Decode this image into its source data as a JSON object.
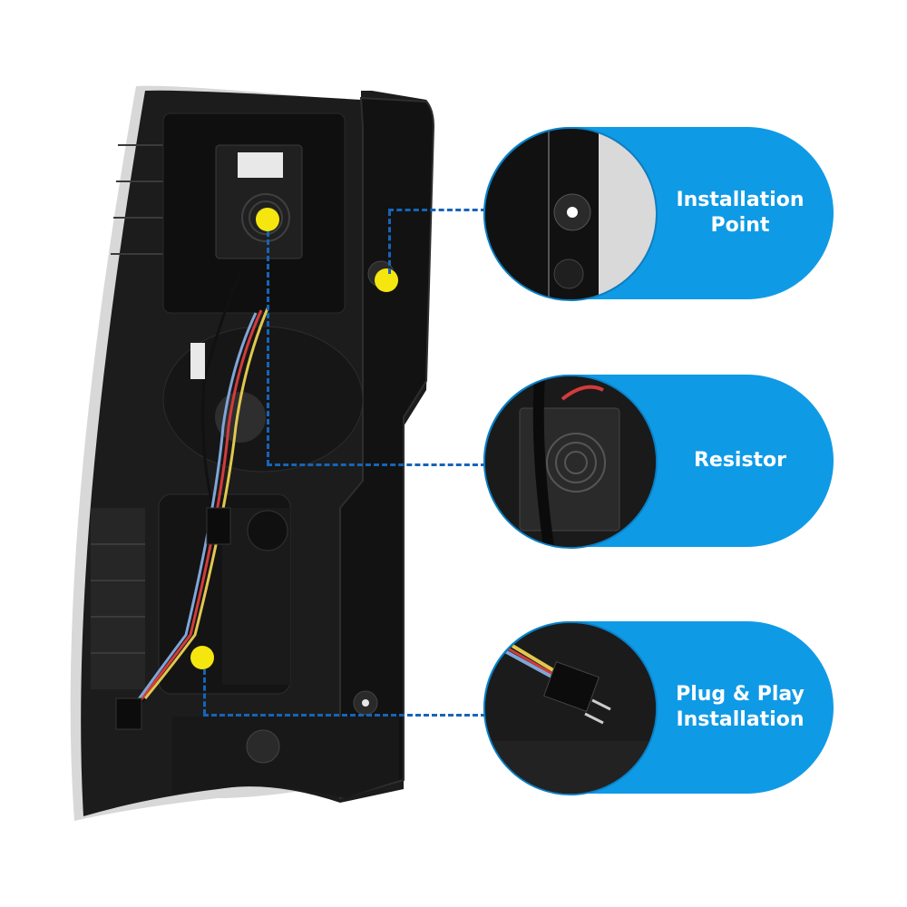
{
  "image_title": "Tail light assembly – rear view features",
  "accent_color": "#0f9ae6",
  "marker_color": "#f5e60f",
  "line_color": "#1565b8",
  "callouts": [
    {
      "label": "Installation\nPoint",
      "thumb": "installation-point-closeup"
    },
    {
      "label": "Resistor",
      "thumb": "resistor-closeup"
    },
    {
      "label": "Plug & Play\nInstallation",
      "thumb": "plug-connector-closeup"
    }
  ]
}
